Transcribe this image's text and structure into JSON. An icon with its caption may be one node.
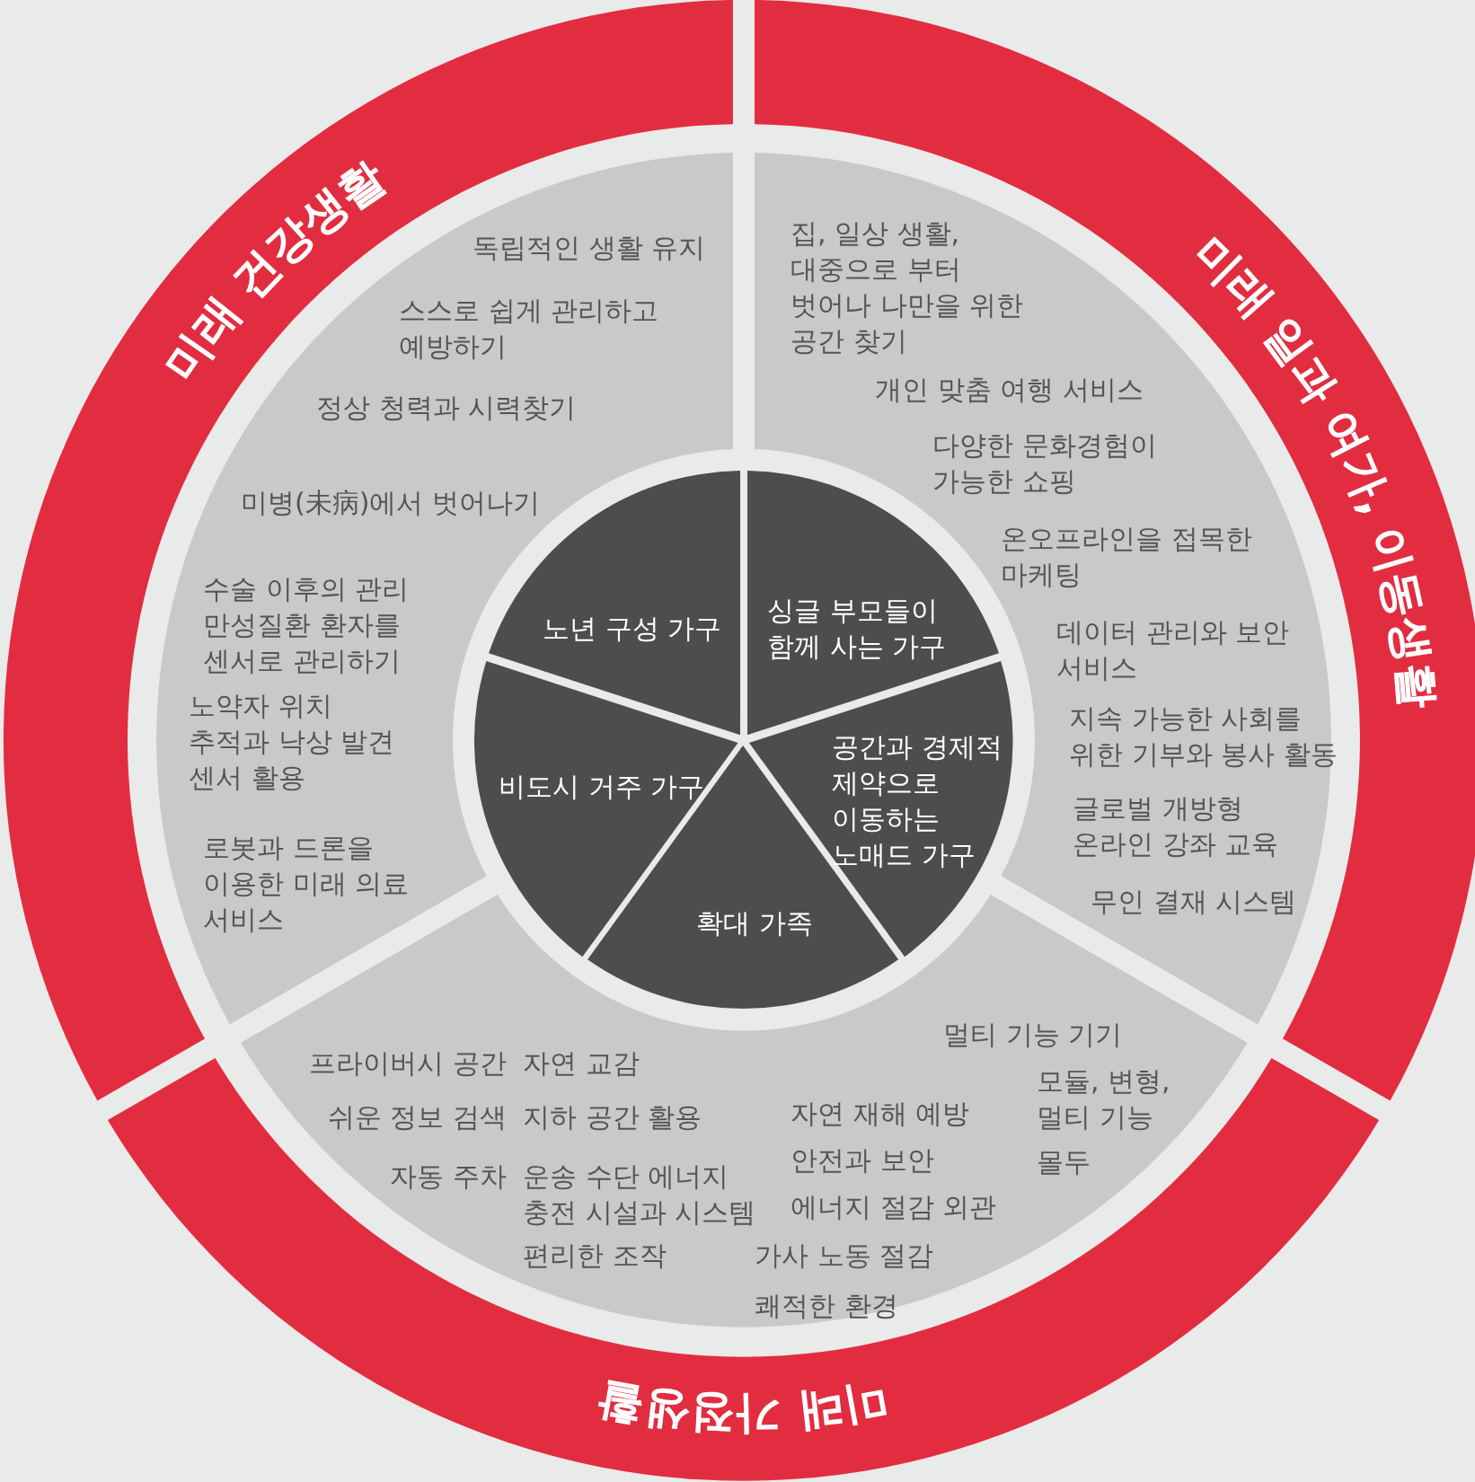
{
  "diagram": {
    "nodes": [
      {
        "text": [
          "미래 건강생활"
        ]
      },
      {
        "text": [
          "독립적인 생활 유지",
          "스스로 쉽게 관리하고 예방하기",
          "정상 청력과 시력찾기",
          "미병(未病)에서 벗어나기",
          "수술 이후의 관리 만성질환 환자를 센서로 관리하기",
          "노약자 위치 추적과 낙상 발견 센서 활용",
          "로봇과 드론을 이용한 미래 의료 서비스"
        ]
      },
      {
        "text": [
          "미래 일과 여가, 이동생활"
        ]
      },
      {
        "text": [
          "집, 일상 생활, 대중으로 부터 벗어나 나만을 위한 공간 찾기",
          "개인 맞춤 여행 서비스",
          "다양한 문화경험이 가능한 쇼핑",
          "온오프라인을 접목한 마케팅",
          "데이터 관리와 보안 서비스",
          "지속 가능한 사회를 위한 기부와 봉사 활동",
          "글로벌 개방형 온라인 강좌 교육",
          "무인 결재 시스템"
        ]
      },
      {
        "text": [
          "미래 가정생활"
        ]
      },
      {
        "text": [
          "프라이버시 공간",
          "자연 교감",
          "멀티 기능 기기",
          "쉬운 정보 검색",
          "지하 공간 활용",
          "자연 재해 예방",
          "모듈, 변형, 멀티 기능",
          "자동 주차",
          "운송 수단 에너지 충전 시설과 시스템",
          "안전과 보안",
          "몰두",
          "에너지 절감 외관",
          "편리한 조작",
          "가사 노동 절감",
          "쾌적한 환경"
        ]
      },
      {
        "text": [
          "노년 구성 가구"
        ]
      },
      {
        "text": [
          "싱글 부모들이 함께 사는 가구"
        ]
      },
      {
        "text": [
          "비도시 거주 가구"
        ]
      },
      {
        "text": [
          "공간과 경제적 제약으로 이동하는 노매드 가구"
        ]
      },
      {
        "text": [
          "확대 가족"
        ]
      }
    ]
  }
}
